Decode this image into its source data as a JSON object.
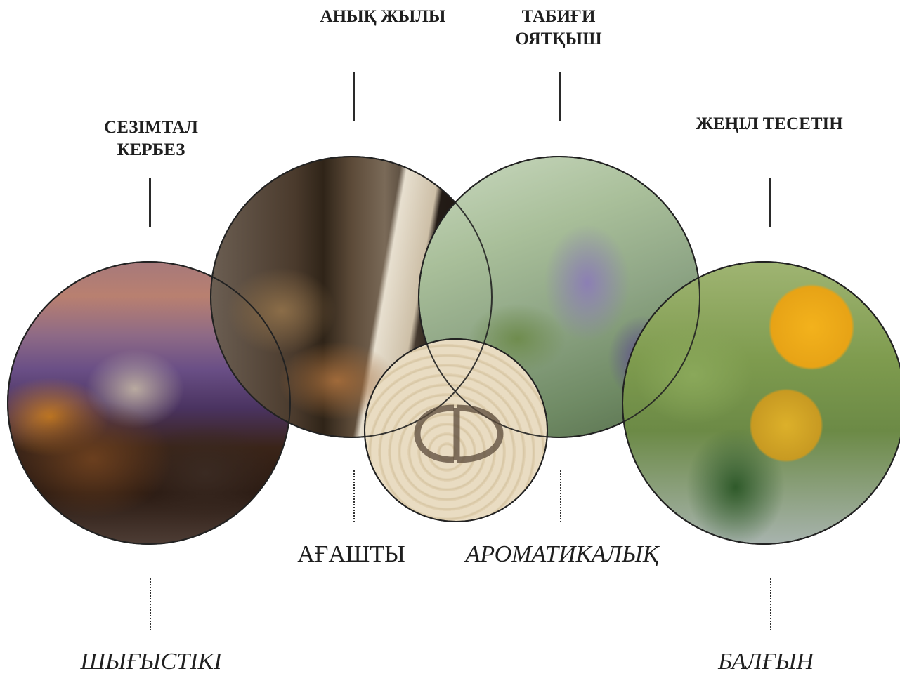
{
  "characters": [
    {
      "key": "sensual",
      "text": "СЕЗІМТАЛ\nКЕРБЕЗ"
    },
    {
      "key": "warm",
      "text": "АНЫҚ ЖЫЛЫ"
    },
    {
      "key": "natural",
      "text": "ТАБИҒИ\nОЯТҚЫШ"
    },
    {
      "key": "light",
      "text": "ЖЕҢІЛ ТЕСЕТІН"
    }
  ],
  "families": [
    {
      "key": "oriental",
      "text": "ШЫҒЫСТІКІ",
      "italic": true
    },
    {
      "key": "woody",
      "text": "АҒАШТЫ",
      "italic": false
    },
    {
      "key": "aromatic",
      "text": "АРОМАТИКАЛЫҚ",
      "italic": true
    },
    {
      "key": "fresh",
      "text": "БАЛҒЫН",
      "italic": true
    }
  ],
  "colors": {
    "text": "#1f1f1f",
    "line": "#2a2a2a",
    "background": "#ffffff"
  },
  "icons": {
    "center_logo": "monogram-logo"
  }
}
